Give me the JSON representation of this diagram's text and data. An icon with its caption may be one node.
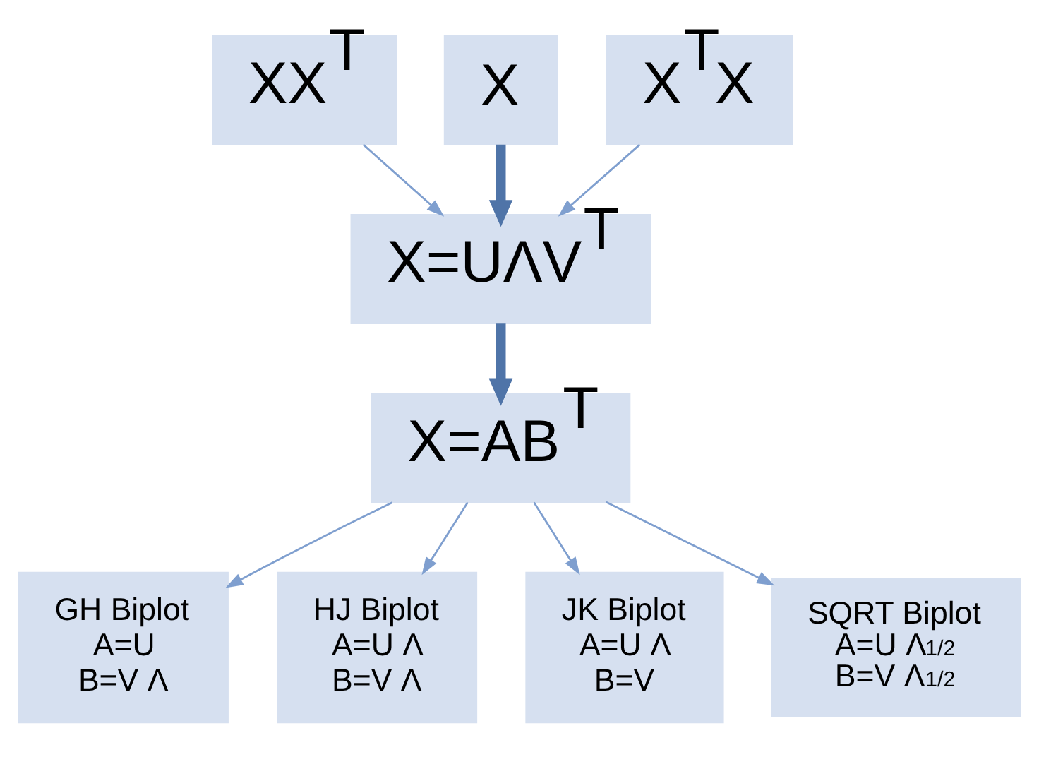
{
  "diagram": {
    "nodes": [
      {
        "text": [
          "XX$^{T}$"
        ]
      },
      {
        "text": [
          "X"
        ]
      },
      {
        "text": [
          "X$^{T}$X"
        ]
      },
      {
        "text": [
          "X=UΛV$^{T}$"
        ]
      },
      {
        "text": [
          "X=AB$^{T}$"
        ]
      },
      {
        "text": [
          "GH Biplot",
          "A=U",
          "B=V Λ"
        ]
      },
      {
        "text": [
          "HJ Biplot",
          "A=U Λ",
          "B=V Λ"
        ]
      },
      {
        "text": [
          "JK Biplot",
          "A=U Λ",
          "B=V"
        ]
      },
      {
        "text": [
          "SQRT Biplot",
          "A=U Λ$^{1/2}$",
          "B=V Λ$^{1/2}$"
        ]
      }
    ],
    "edges": [
      {
        "from": 0,
        "to": 3,
        "arrow": "to"
      },
      {
        "from": 1,
        "to": 3,
        "arrow": "to",
        "style": "thick",
        "color": "#4f74a8"
      },
      {
        "from": 2,
        "to": 3,
        "arrow": "to"
      },
      {
        "from": 3,
        "to": 4,
        "arrow": "to",
        "style": "thick",
        "color": "#4f74a8"
      },
      {
        "from": 4,
        "to": 5,
        "arrow": "to"
      },
      {
        "from": 4,
        "to": 6,
        "arrow": "to"
      },
      {
        "from": 4,
        "to": 7,
        "arrow": "to"
      },
      {
        "from": 4,
        "to": 8,
        "arrow": "to"
      }
    ]
  }
}
